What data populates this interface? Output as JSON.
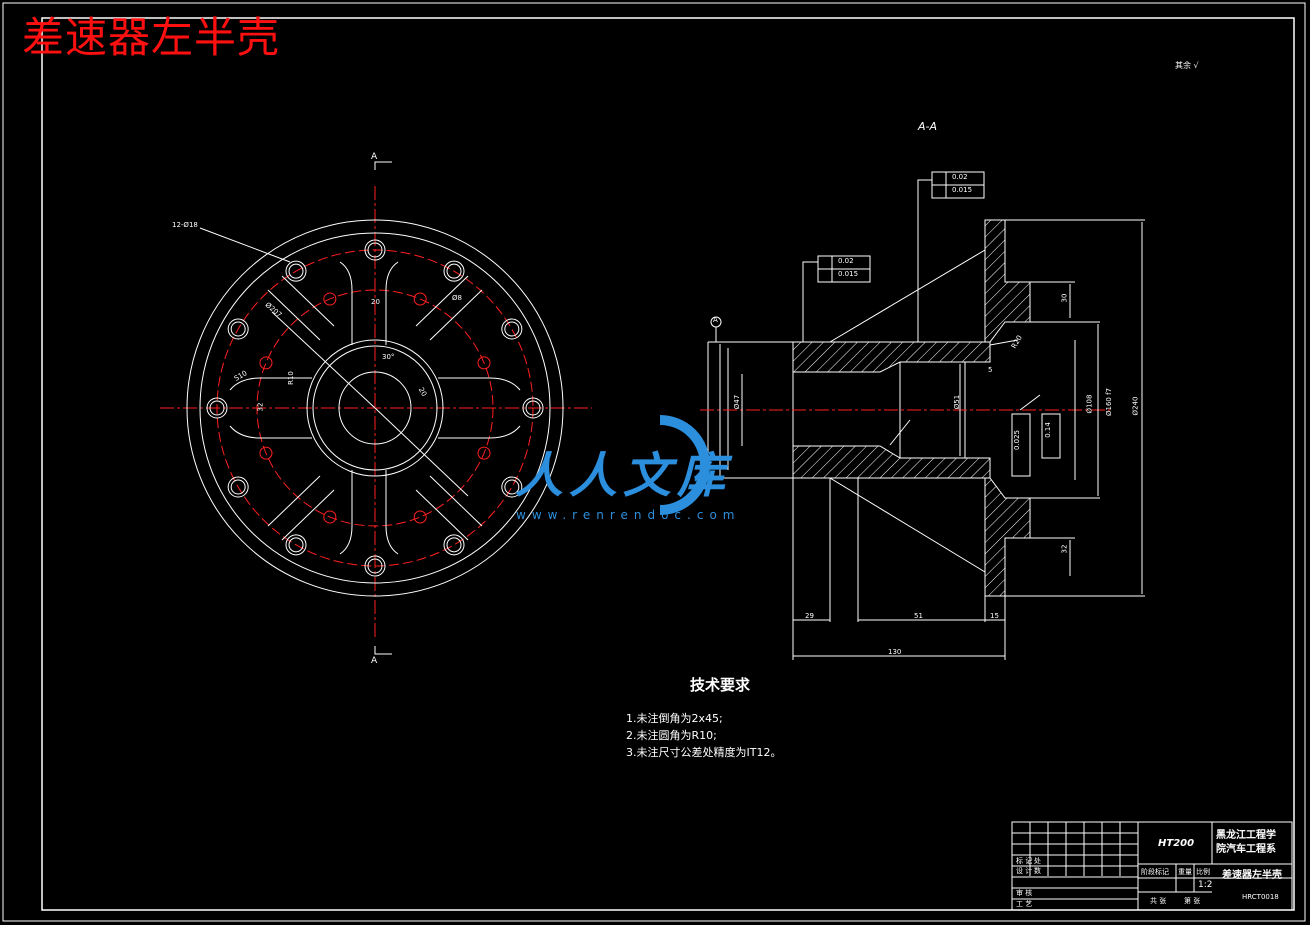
{
  "header": {
    "title": "差速器左半壳"
  },
  "section_label": "A-A",
  "cut_marks": {
    "top": "A",
    "bottom": "A"
  },
  "roughness": {
    "text": "其余"
  },
  "tech_requirements": {
    "title": "技术要求",
    "items": [
      "1.未注倒角为2x45;",
      "2.未注圆角为R10;",
      "3.未注尺寸公差处精度为IT12。"
    ]
  },
  "front_dims": {
    "holes": "12-Ø18",
    "d1": "Ø207",
    "d2": "Ø8",
    "w20": "20",
    "a30": "30°",
    "a20": "20",
    "r10": "R10",
    "s10": "S10",
    "s32": "32"
  },
  "section_dims": {
    "tol1": "0.02",
    "tol2": "0.015",
    "tol3": "0.02",
    "tol4": "0.015",
    "datum": "A",
    "len29": "29",
    "len51": "51",
    "len15": "15",
    "len130": "130",
    "len32": "32",
    "len30": "30",
    "dia47": "Ø47",
    "dia51": "Ø51",
    "dia108": "Ø108",
    "dia160": "Ø160 f7",
    "dia240": "Ø240",
    "tolA": "0.025",
    "tolB": "0.14",
    "r20": "R20",
    "s5": "5"
  },
  "watermark": {
    "text": "人人文库",
    "url": "www.renrendoc.com"
  },
  "title_block": {
    "material": "HT200",
    "school1": "黑龙江工程学",
    "school2": "院汽车工程系",
    "part": "差速器左半壳",
    "scale": "1:2",
    "code": "HRCT0018",
    "c1": "标 记",
    "c2": "设 计",
    "c3": "审 核",
    "c4": "工 艺",
    "c5": "阶段标记",
    "c6": "重量",
    "c7": "比例",
    "c8": "共 张",
    "c9": "第 张",
    "c10": "处",
    "c11": "数"
  }
}
